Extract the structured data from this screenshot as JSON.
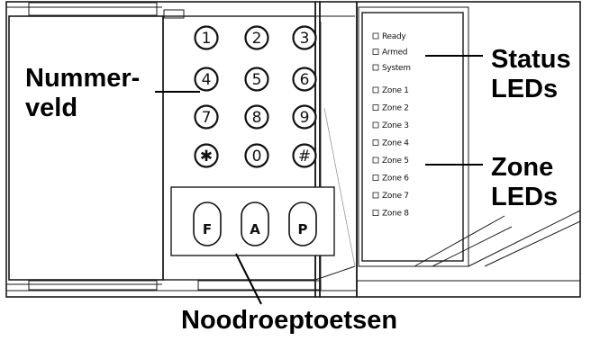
{
  "keypad": {
    "digit_keys": [
      {
        "label": "1",
        "name": "key-1"
      },
      {
        "label": "2",
        "name": "key-2"
      },
      {
        "label": "3",
        "name": "key-3"
      },
      {
        "label": "4",
        "name": "key-4"
      },
      {
        "label": "5",
        "name": "key-5"
      },
      {
        "label": "6",
        "name": "key-6"
      },
      {
        "label": "7",
        "name": "key-7"
      },
      {
        "label": "8",
        "name": "key-8"
      },
      {
        "label": "9",
        "name": "key-9"
      },
      {
        "label": "✱",
        "name": "key-star"
      },
      {
        "label": "0",
        "name": "key-0"
      },
      {
        "label": "#",
        "name": "key-hash"
      }
    ],
    "emergency_keys": [
      {
        "label": "F",
        "name": "key-fire"
      },
      {
        "label": "A",
        "name": "key-auxiliary"
      },
      {
        "label": "P",
        "name": "key-panic"
      }
    ]
  },
  "leds": {
    "status": [
      "Ready",
      "Armed",
      "System"
    ],
    "zones": [
      "Zone 1",
      "Zone 2",
      "Zone 3",
      "Zone 4",
      "Zone 5",
      "Zone 6",
      "Zone 7",
      "Zone 8"
    ]
  },
  "callouts": {
    "keypad_line1": "Nummer-",
    "keypad_line2": "veld",
    "status_line1": "Status",
    "status_line2": "LEDs",
    "zone_line1": "Zone",
    "zone_line2": "LEDs",
    "emergency": "Noodroeptoetsen"
  }
}
